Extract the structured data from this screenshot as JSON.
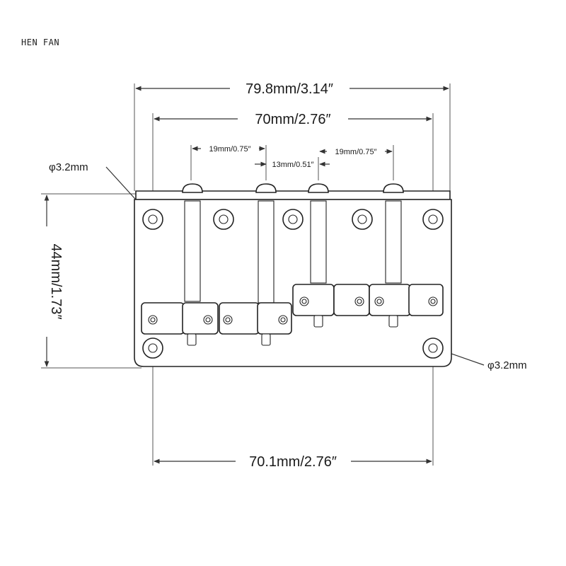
{
  "brand": "HEN FAN",
  "dimensions": {
    "overall_width": "79.8mm/3.14″",
    "inner_width": "70mm/2.76″",
    "spacing_1": "19mm/0.75″",
    "spacing_2": "13mm/0.51″",
    "spacing_3": "19mm/0.75″",
    "height": "44mm/1.73″",
    "bottom_width": "70.1mm/2.76″",
    "hole_left": "φ3.2mm",
    "hole_right": "φ3.2mm"
  }
}
